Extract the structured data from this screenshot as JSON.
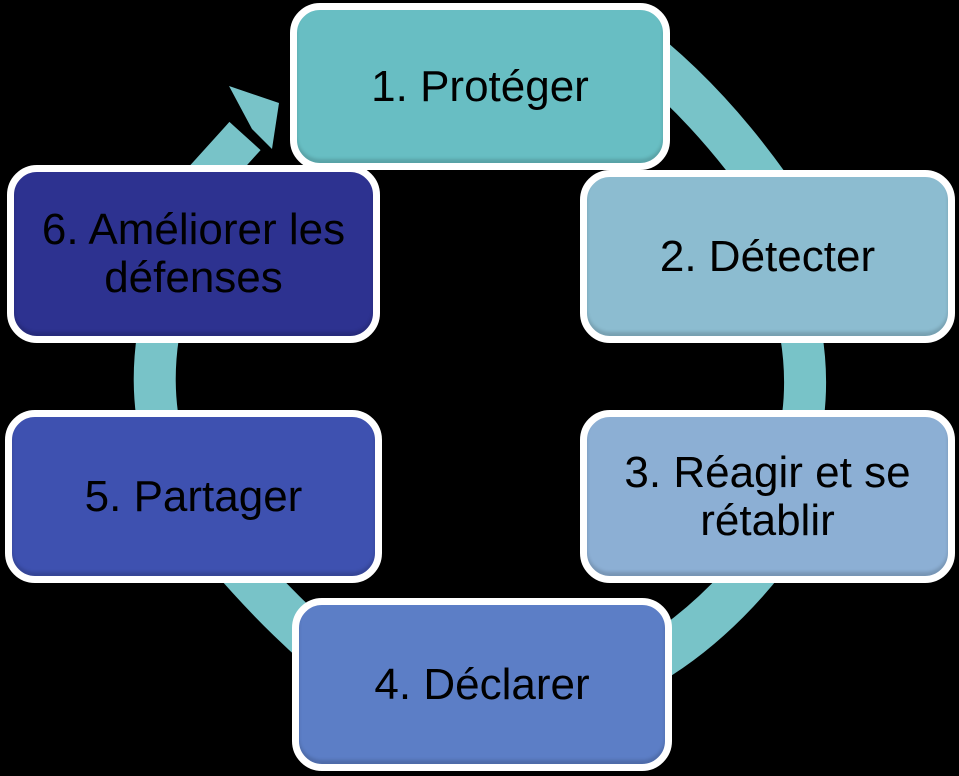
{
  "diagram": {
    "type": "cycle",
    "background_color": "#000000",
    "connector_color": "#78C3C8",
    "box_border_color": "#FFFFFF",
    "text_color": "#000000",
    "steps": [
      {
        "label": "1. Protéger",
        "fill": "#68BEC3"
      },
      {
        "label": "2. Détecter",
        "fill": "#8CBCD0"
      },
      {
        "label": "3. Réagir et se\nrétablir",
        "fill": "#8CAFD4"
      },
      {
        "label": "4. Déclarer",
        "fill": "#5C7EC6"
      },
      {
        "label": "5. Partager",
        "fill": "#3E51B0"
      },
      {
        "label": "6. Améliorer les\ndéfenses",
        "fill": "#2D3290"
      }
    ]
  }
}
